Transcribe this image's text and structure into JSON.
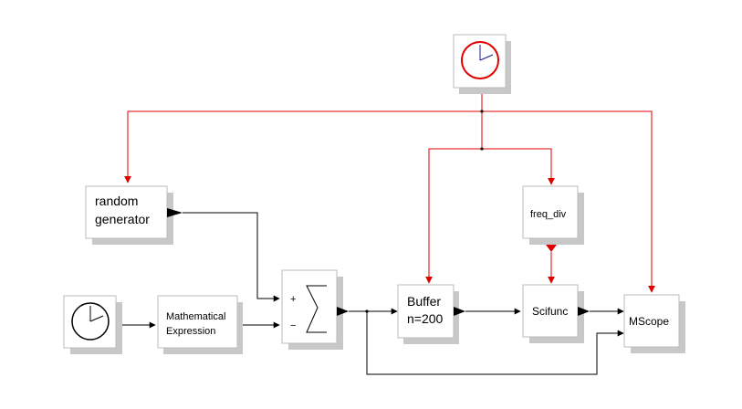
{
  "blocks": {
    "random_generator": {
      "line1": "random",
      "line2": "generator"
    },
    "math_expression": {
      "line1": "Mathematical",
      "line2": "Expression"
    },
    "sum": {
      "plus": "+",
      "minus": "−",
      "symbol": "∑"
    },
    "buffer": {
      "line1": "Buffer",
      "line2": "n=200"
    },
    "freq_div": {
      "label": "freq_div"
    },
    "scifunc": {
      "label": "Scifunc"
    },
    "mscope": {
      "label": "MScope"
    }
  },
  "colors": {
    "event_link": "#e00000",
    "data_link": "#000000",
    "block_shadow": "#c8c8c8",
    "clock_ring_top": "#e00000",
    "clock_hand_top": "#1a1a9a"
  },
  "icons": {
    "event_clock_top": "clock-icon",
    "clock_left": "clock-icon"
  }
}
